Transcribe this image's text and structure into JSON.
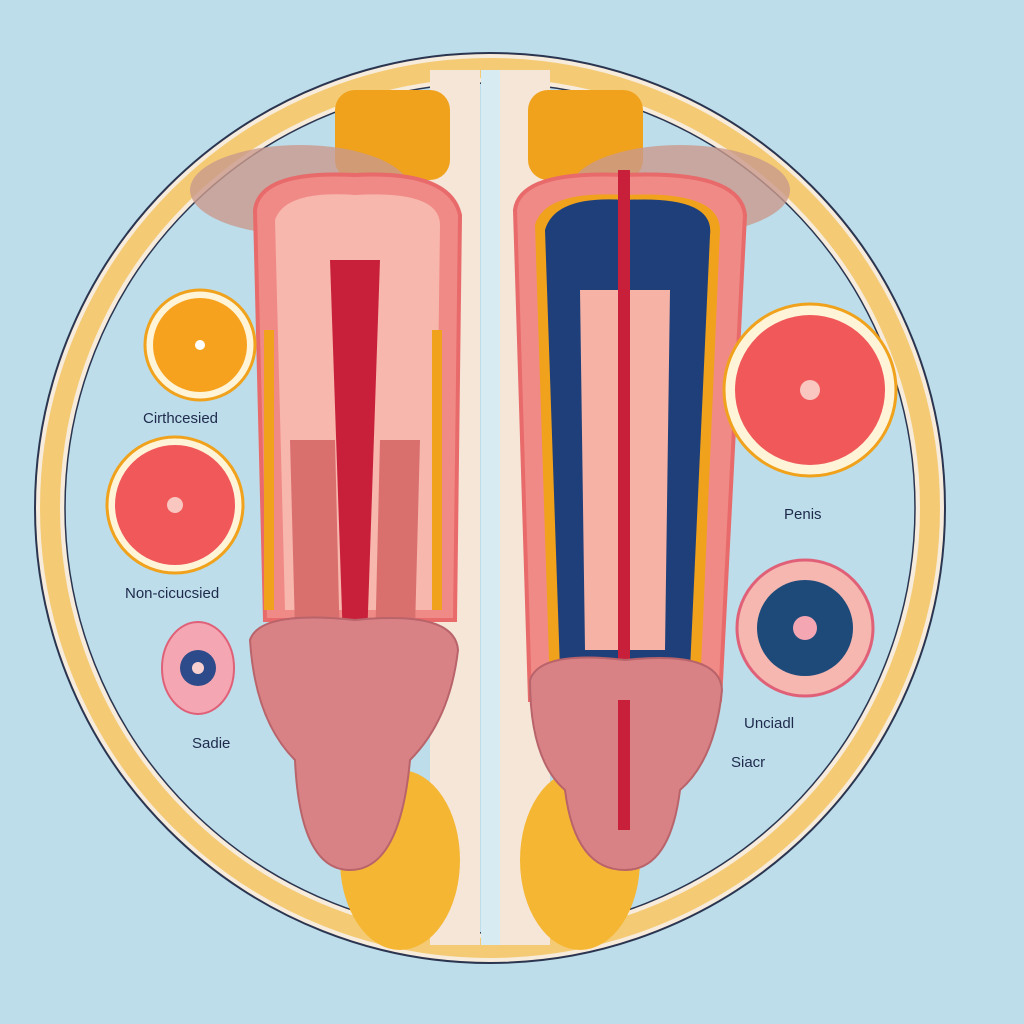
{
  "labels": {
    "left_top": "Cirthcesied",
    "left_middle": "Non-cicucsied",
    "left_bottom": "Sadie",
    "right_top": "Penis",
    "right_middle": "Unciadl",
    "right_bottom": "Siacr"
  },
  "colors": {
    "background": "#bcdde9",
    "ring_outer": "#f7e4cf",
    "ring_gold": "#f2c14e",
    "tissue_pink": "#f4a7a3",
    "tissue_red": "#c8203a",
    "tissue_blue": "#1e3f7a",
    "orange_fruit": "#f7a21e",
    "grapefruit": "#f0585a"
  }
}
